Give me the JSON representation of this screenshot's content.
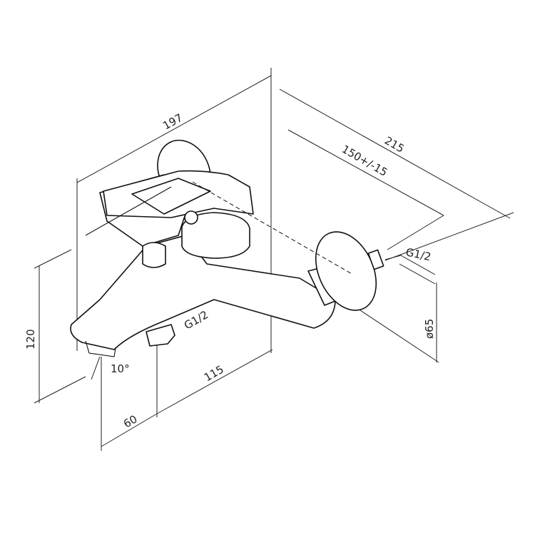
{
  "diagram": {
    "type": "technical drawing",
    "dimensions": {
      "overall_length": "197",
      "overall_depth": "215",
      "center_distance": "150+/-15",
      "inlet_thread": "G1/2",
      "outlet_thread": "G1/2",
      "escutcheon_diameter": "ø65",
      "height": "120",
      "spout_angle": "10°",
      "outlet_to_wall": "115",
      "spout_to_outlet": "60"
    },
    "colors": {
      "line": "#111111",
      "background": "#ffffff"
    }
  }
}
